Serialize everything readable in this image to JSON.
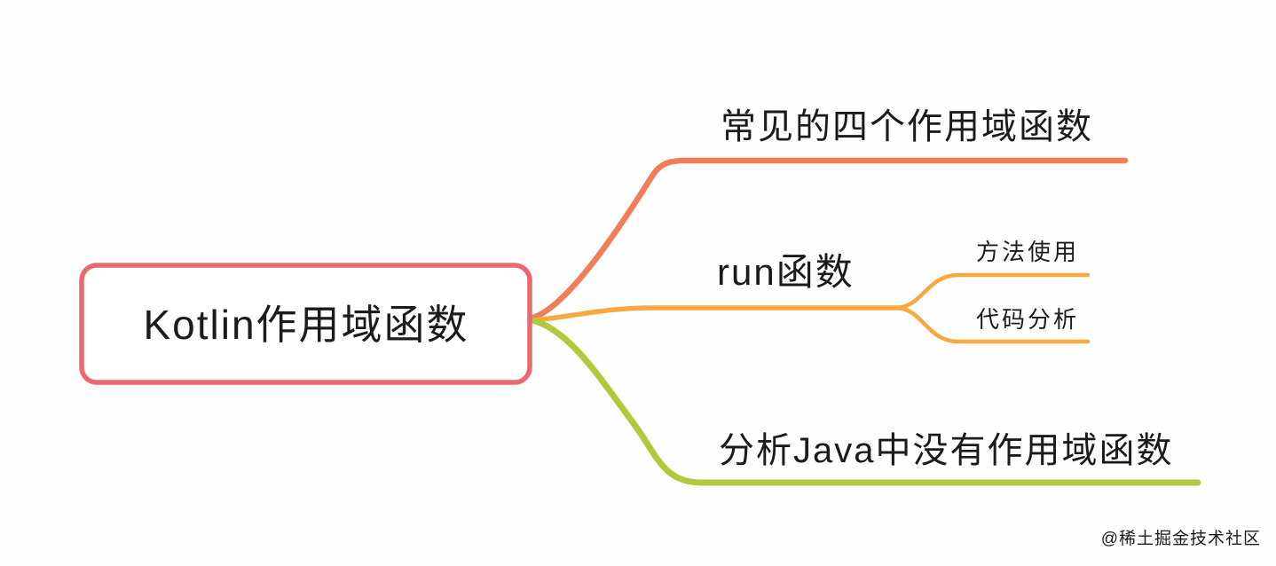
{
  "mindmap": {
    "root": {
      "label": "Kotlin作用域函数",
      "border_color": "#e9696e"
    },
    "branches": [
      {
        "label": "常见的四个作用域函数",
        "color": "#f07e58"
      },
      {
        "label": "run函数",
        "color": "#f6a93f",
        "children": [
          {
            "label": "方法使用"
          },
          {
            "label": "代码分析"
          }
        ]
      },
      {
        "label": "分析Java中没有作用域函数",
        "color": "#afcb3b"
      }
    ],
    "watermark": {
      "label": "@稀土掘金技术社区",
      "color": "#c9c9c9"
    }
  }
}
